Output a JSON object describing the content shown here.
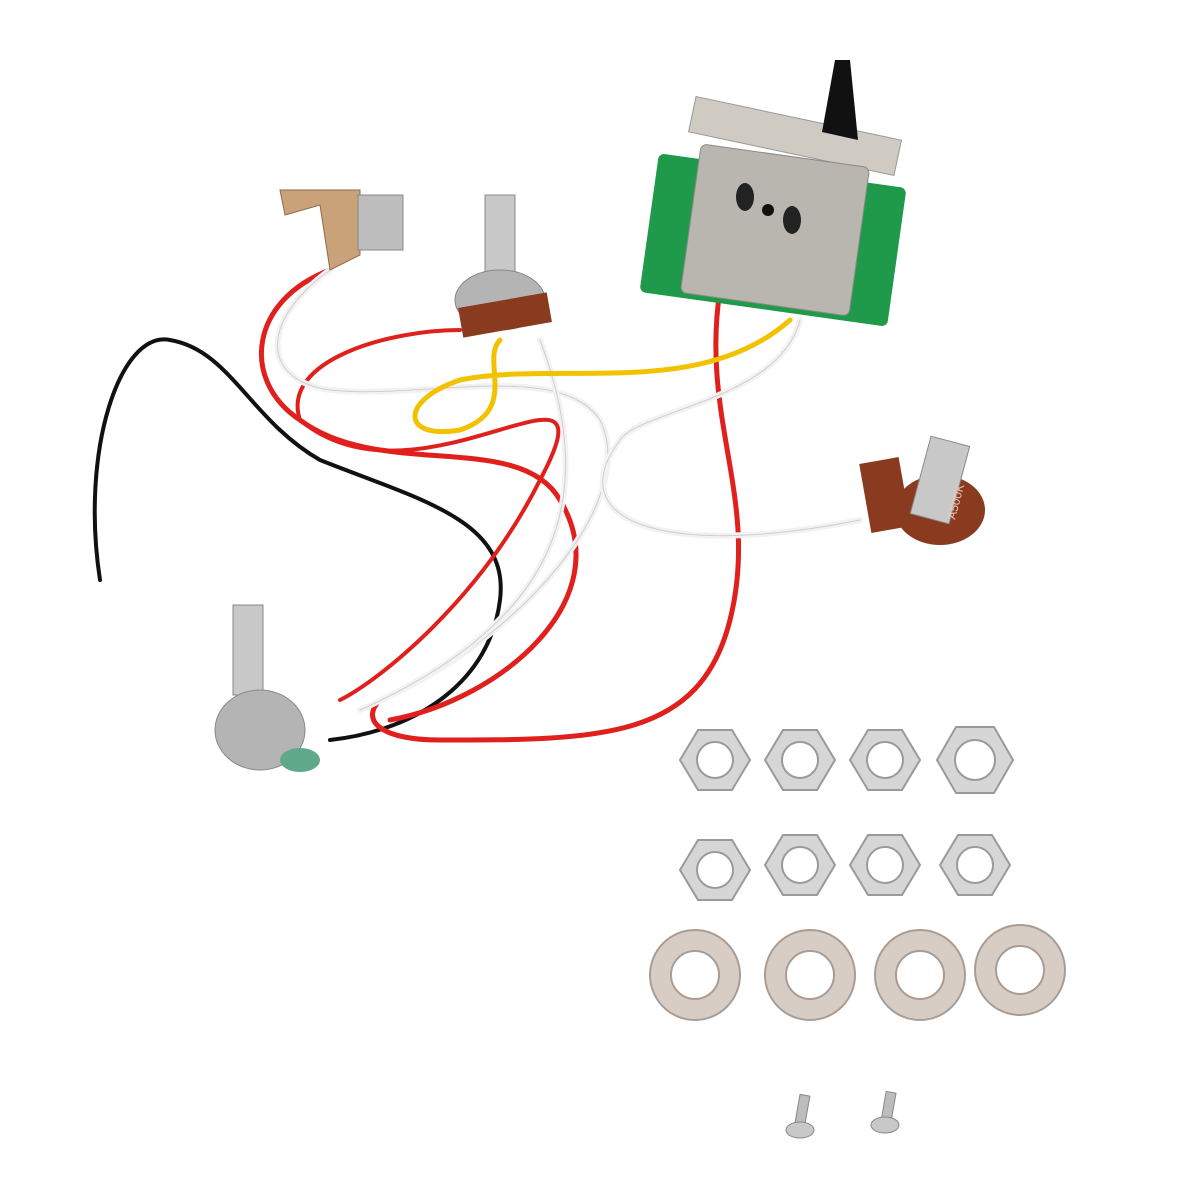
{
  "image": {
    "subject": "Guitar wiring harness with 5-way switch, potentiometers, output jack, nuts, washers and screws",
    "background": "#ffffff"
  },
  "components": {
    "switch": {
      "label": "5-way selector switch",
      "board_color": "#1f9a4a",
      "tip_color": "#111111"
    },
    "pots": [
      {
        "label": "potentiometer-top"
      },
      {
        "label": "potentiometer-right",
        "marking": "A500K"
      },
      {
        "label": "potentiometer-left"
      }
    ],
    "jack": {
      "label": "output jack"
    },
    "hardware": {
      "nuts": 8,
      "washers": 4,
      "screws": 2
    }
  },
  "wire_colors": {
    "red": "#e0201c",
    "white": "#f2f2f2",
    "yellow": "#f2c200",
    "black": "#111111"
  }
}
